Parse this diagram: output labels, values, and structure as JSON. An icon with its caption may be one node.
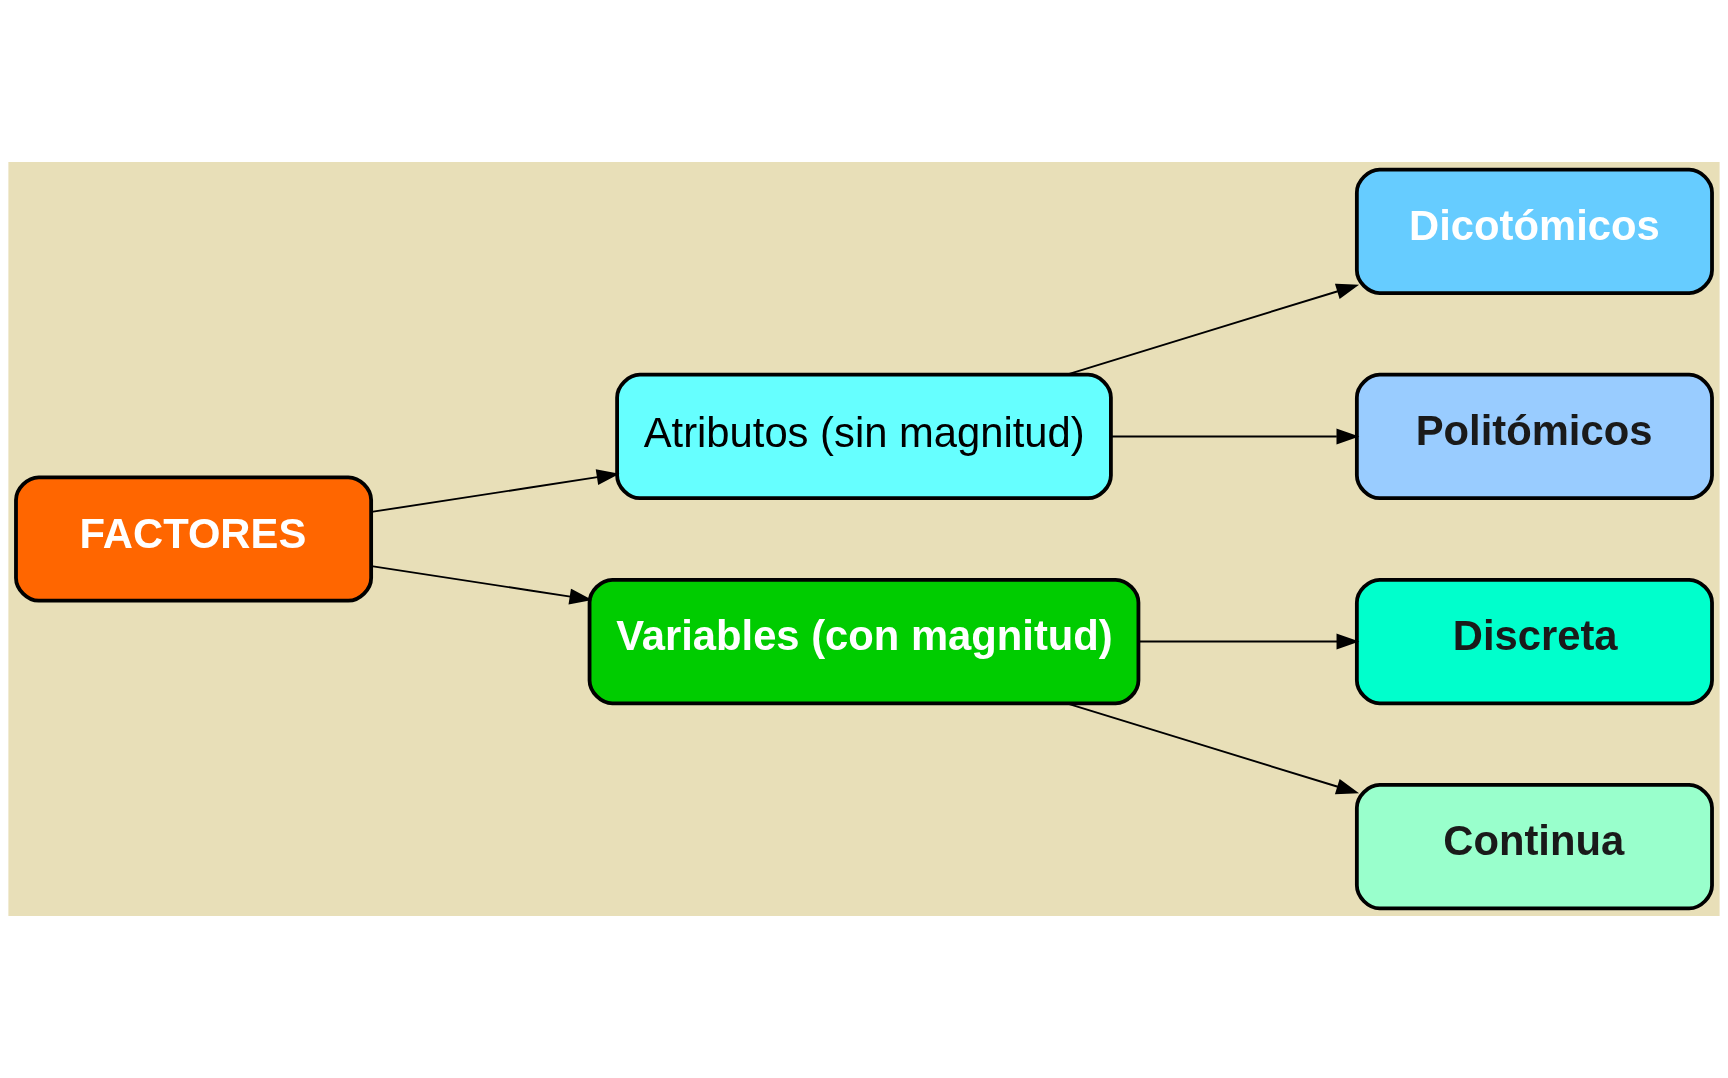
{
  "diagram": {
    "nodes": [
      {
        "text": [
          "FACTORES"
        ]
      },
      {
        "text": [
          "Atributos (sin magnitud)"
        ]
      },
      {
        "text": [
          "Variables (con magnitud)"
        ]
      },
      {
        "text": [
          "Dicotómicos"
        ]
      },
      {
        "text": [
          "Politómicos"
        ]
      },
      {
        "text": [
          "Discreta"
        ]
      },
      {
        "text": [
          "Continua"
        ]
      }
    ],
    "edges": [
      {
        "from": 0,
        "to": 1,
        "arrow": "to"
      },
      {
        "from": 0,
        "to": 2,
        "arrow": "to"
      },
      {
        "from": 1,
        "to": 3,
        "arrow": "to"
      },
      {
        "from": 1,
        "to": 4,
        "arrow": "to"
      },
      {
        "from": 2,
        "to": 5,
        "arrow": "to"
      },
      {
        "from": 2,
        "to": 6,
        "arrow": "to"
      }
    ]
  }
}
